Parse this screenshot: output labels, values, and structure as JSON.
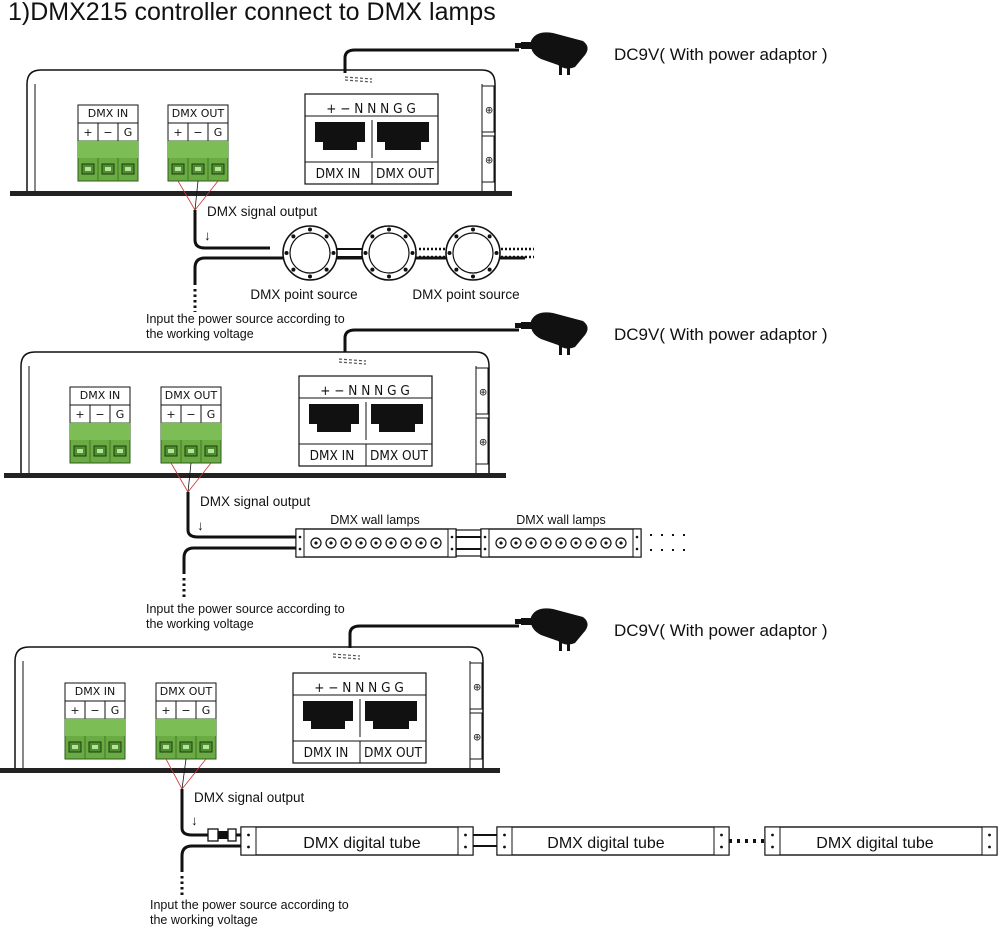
{
  "title": "1)DMX215 controller connect to DMX lamps",
  "adapter_label": "DC9V( With power adaptor )",
  "controller": {
    "dmx_in_label": "DMX  IN",
    "dmx_out_label": "DMX  OUT",
    "terminal_plus": "+",
    "terminal_minus": "−",
    "terminal_g": "G",
    "port_pins": "+ − N N N G G",
    "rj45_in_label": "DMX   IN",
    "rj45_out_label": "DMX  OUT"
  },
  "signal_output_label": "DMX signal output",
  "power_note_line1": "Input the power source according to",
  "power_note_line2": "the working voltage",
  "section1": {
    "lamp_label": "DMX point source"
  },
  "section2": {
    "lamp_label": "DMX wall lamps"
  },
  "section3": {
    "lamp_label": "DMX digital tube"
  }
}
